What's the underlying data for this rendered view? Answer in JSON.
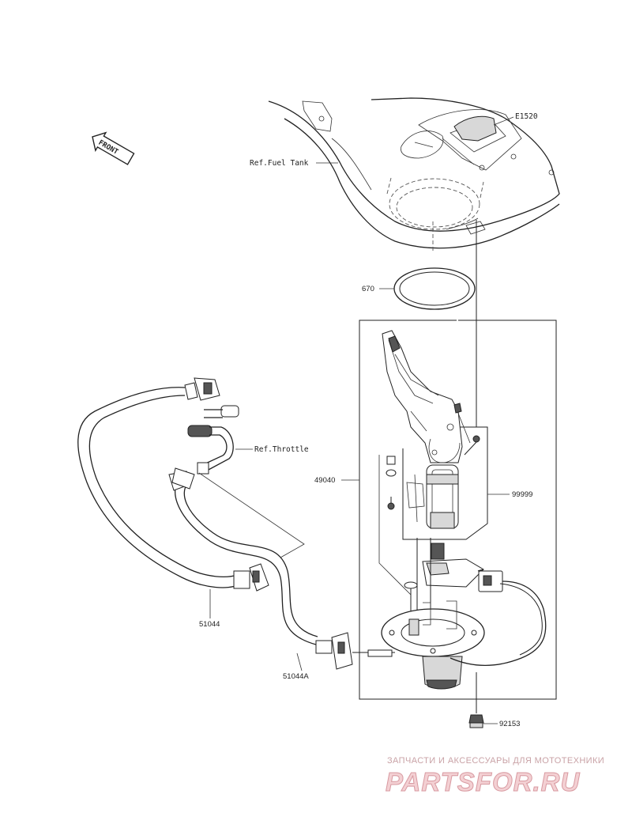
{
  "diagram": {
    "code": "E1520",
    "front_label": "FRONT",
    "refs": {
      "fuel_tank": "Ref.Fuel Tank",
      "throttle": "Ref.Throttle"
    },
    "parts": {
      "oring": "670",
      "pump_assy": "49040",
      "pump_parts": "99999",
      "hose_a": "51044",
      "hose_b": "51044A",
      "bolt": "92153"
    }
  },
  "watermark": {
    "tagline": "ЗАПЧАСТИ И АКСЕССУАРЫ ДЛЯ МОТОТЕХНИКИ",
    "logo": "PARTSFOR.RU"
  }
}
